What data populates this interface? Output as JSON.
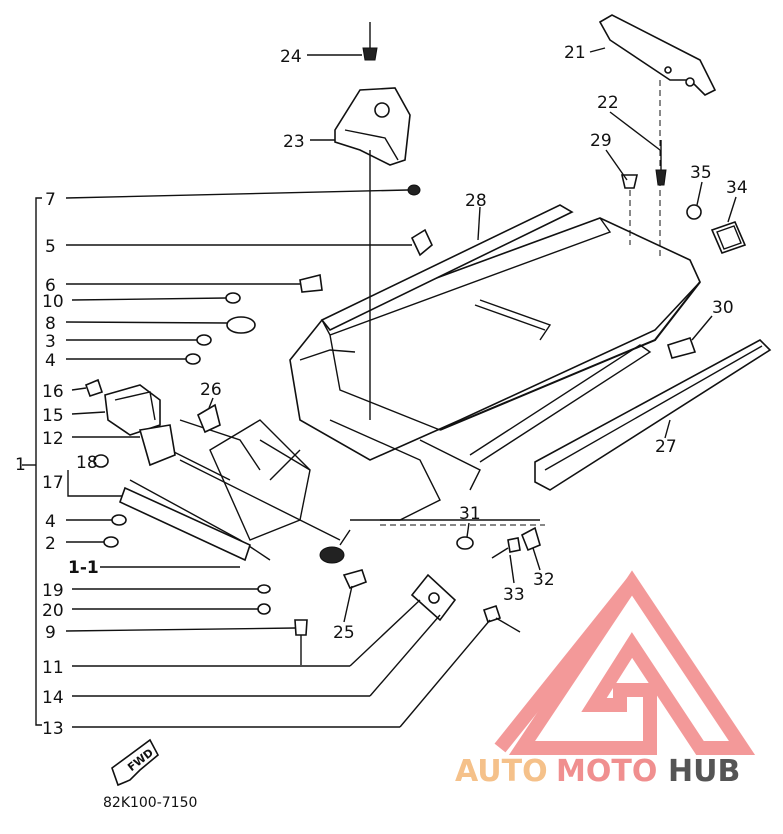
{
  "callouts": {
    "c1": "1",
    "c1_1": "1-1",
    "c2": "2",
    "c3": "3",
    "c4a": "4",
    "c4b": "4",
    "c5": "5",
    "c6": "6",
    "c7": "7",
    "c8": "8",
    "c9": "9",
    "c10": "10",
    "c11": "11",
    "c12": "12",
    "c13": "13",
    "c14": "14",
    "c15": "15",
    "c16": "16",
    "c17": "17",
    "c18": "18",
    "c19": "19",
    "c20": "20",
    "c21": "21",
    "c22": "22",
    "c23": "23",
    "c24": "24",
    "c25": "25",
    "c26": "26",
    "c27": "27",
    "c28": "28",
    "c29": "29",
    "c30": "30",
    "c31": "31",
    "c32": "32",
    "c33": "33",
    "c34": "34",
    "c35": "35"
  },
  "fwd_label": "FWD",
  "diagram_code": "82K100-7150",
  "watermark": {
    "part1": "AUTO",
    "part2": "MOTO",
    "part3": "HUB",
    "color_auto": "#f5c18a",
    "color_moto": "#f08f8f",
    "color_hub": "#555555",
    "triangle_color": "#f07878"
  }
}
